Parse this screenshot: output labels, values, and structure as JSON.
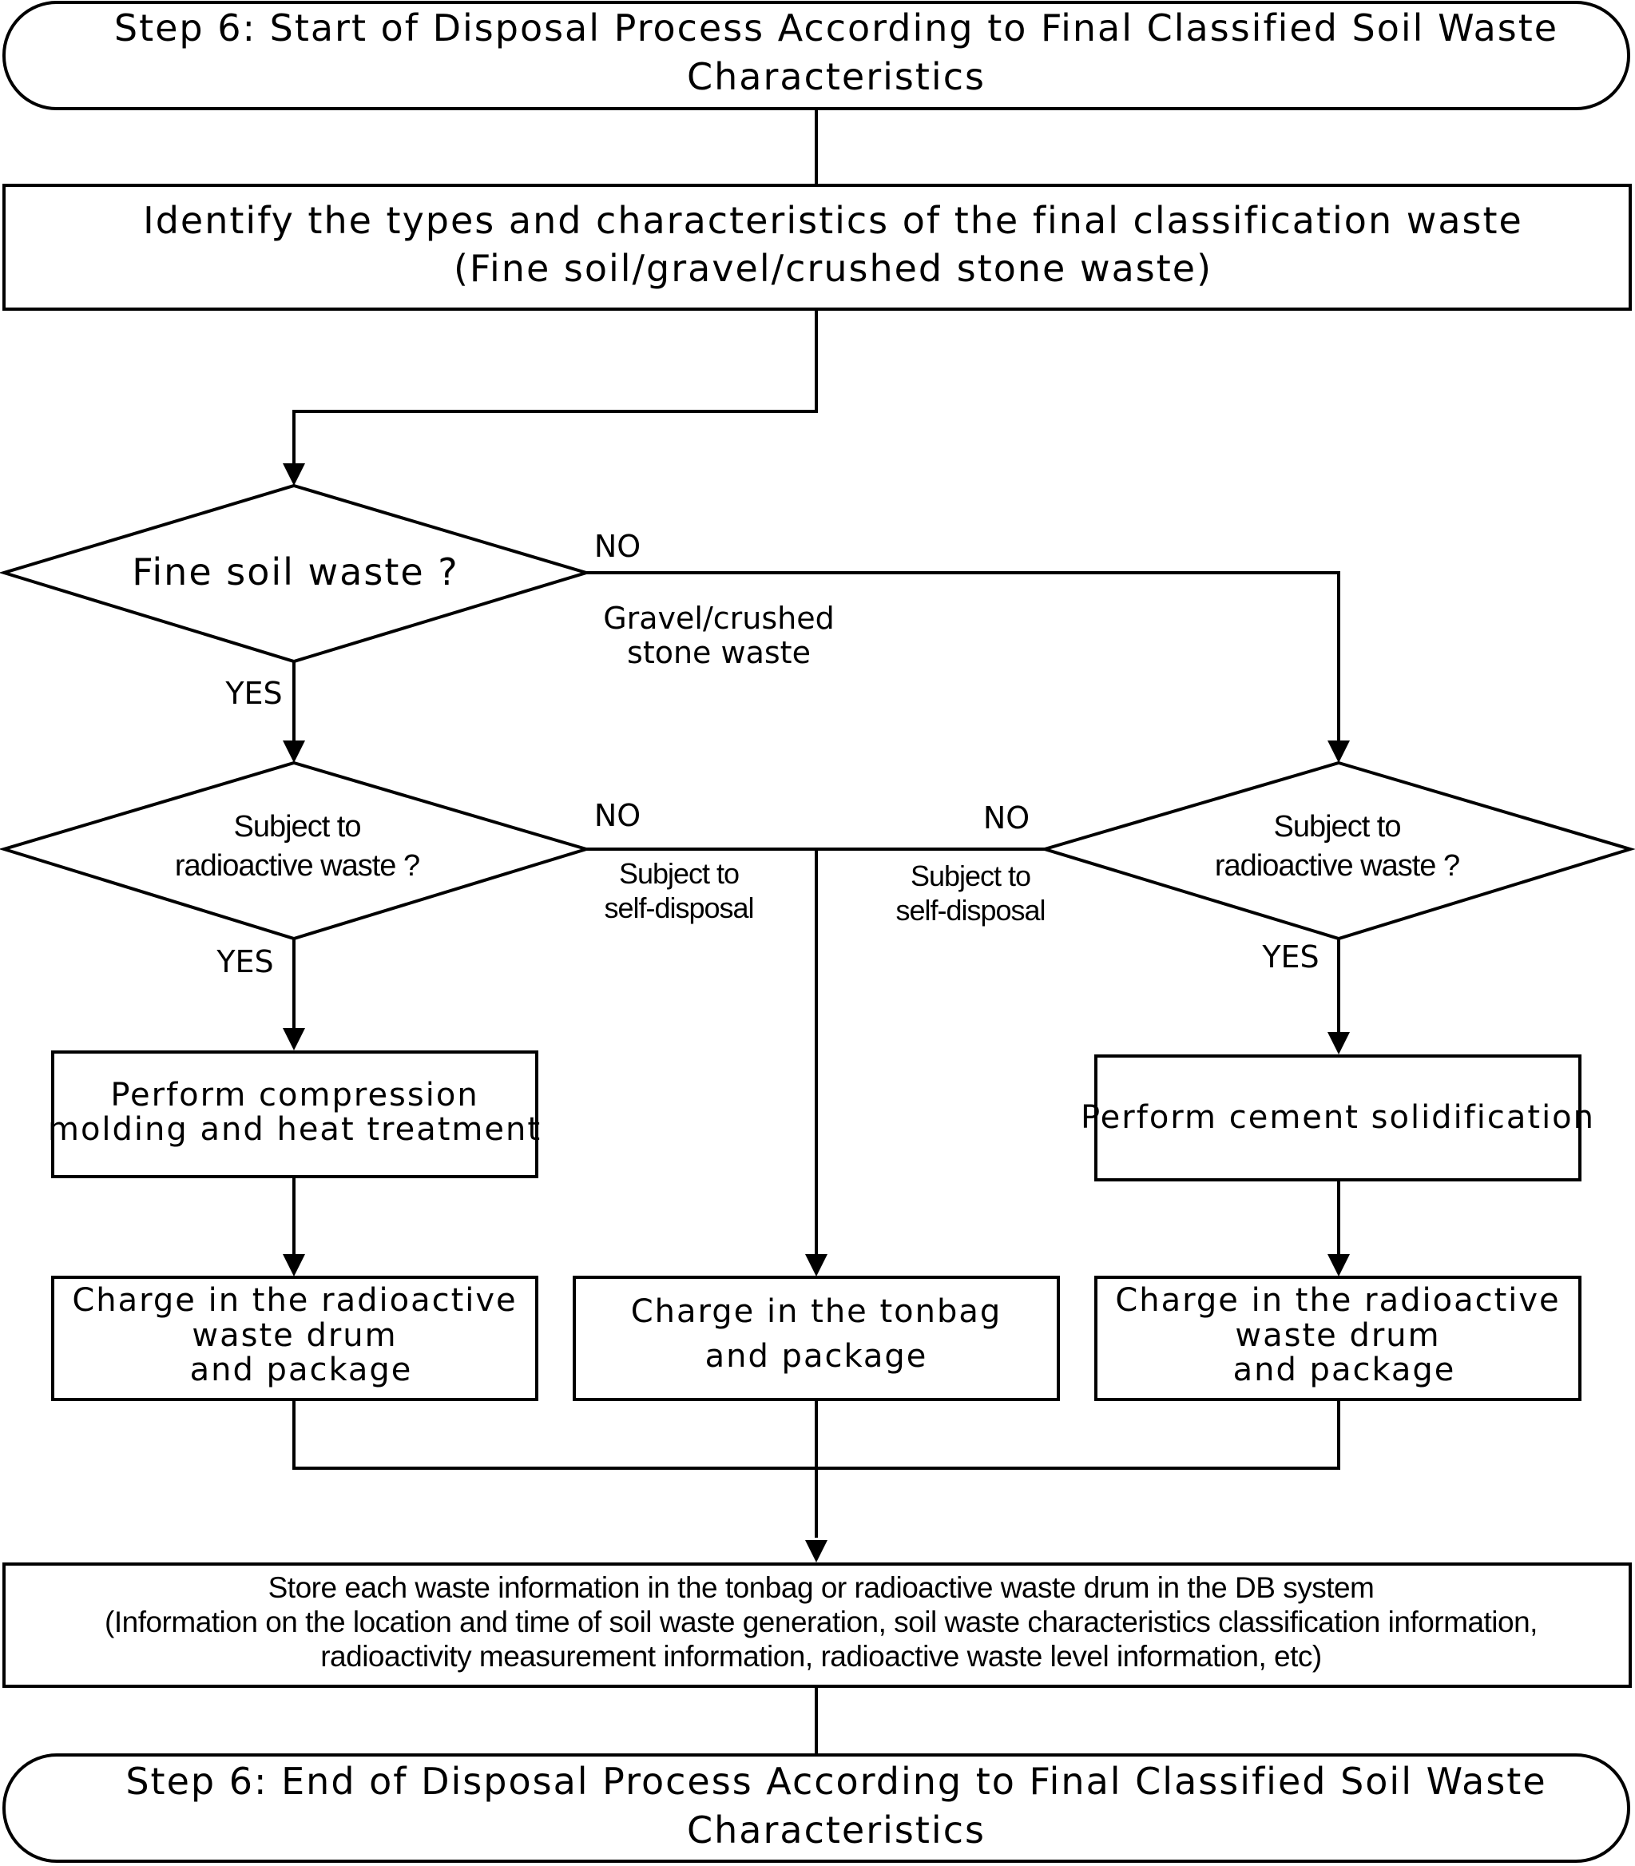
{
  "start": {
    "line1": "Step 6: Start of Disposal Process According to Final Classified Soil Waste",
    "line2": "Characteristics"
  },
  "identify": {
    "line1": "Identify the types and characteristics of the final classification waste",
    "line2": "(Fine soil/gravel/crushed stone waste)"
  },
  "decision_fine_soil": {
    "text": "Fine soil waste ?"
  },
  "decision_radioactive_left": {
    "line1": "Subject to",
    "line2": "radioactive waste ?"
  },
  "decision_radioactive_right": {
    "line1": "Subject to",
    "line2": "radioactive waste ?"
  },
  "labels": {
    "no_top": "NO",
    "gravel_line1": "Gravel/crushed",
    "gravel_line2": "stone waste",
    "yes_fine": "YES",
    "no_left": "NO",
    "self_disposal_left_line1": "Subject to",
    "self_disposal_left_line2": "self-disposal",
    "no_right": "NO",
    "self_disposal_right_line1": "Subject to",
    "self_disposal_right_line2": "self-disposal",
    "yes_left": "YES",
    "yes_right": "YES"
  },
  "compression": {
    "line1": "Perform compression",
    "line2": "molding and heat treatment"
  },
  "cement": {
    "text": "Perform cement solidification"
  },
  "charge_left": {
    "line1": "Charge in the radioactive",
    "line2": "waste drum",
    "line3": "and package"
  },
  "charge_middle": {
    "line1": "Charge in the tonbag",
    "line2": "and package"
  },
  "charge_right": {
    "line1": "Charge in the radioactive",
    "line2": "waste drum",
    "line3": "and package"
  },
  "store_db": {
    "line1": "Store each waste information in the tonbag or radioactive waste drum in the DB system",
    "line2": "(Information on the location and time of soil waste generation, soil waste characteristics classification information,",
    "line3": "radioactivity measurement information, radioactive waste level information, etc)"
  },
  "end": {
    "line1": "Step 6: End of Disposal Process According to Final Classified Soil Waste",
    "line2": "Characteristics"
  }
}
